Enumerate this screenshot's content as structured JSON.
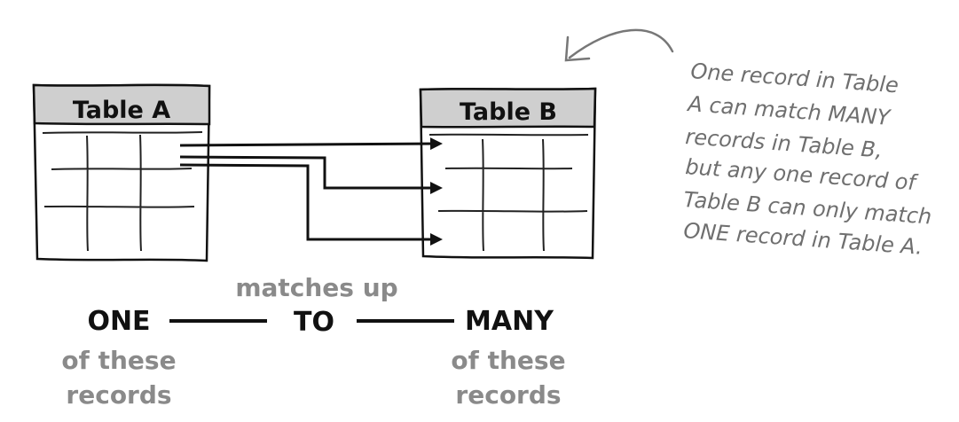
{
  "table_a": {
    "title": "Table A"
  },
  "table_b": {
    "title": "Table B"
  },
  "annotation": {
    "lines": [
      "One record in Table",
      "A can match MANY",
      "records in Table B,",
      "but any one record of",
      "Table B can only match",
      "ONE record in Table A."
    ]
  },
  "relation": {
    "one_label": "ONE",
    "one_caption_1": "of these",
    "one_caption_2": "records",
    "connector_caption": "matches up",
    "to_label": "TO",
    "many_label": "MANY",
    "many_caption_1": "of these",
    "many_caption_2": "records"
  },
  "colors": {
    "ink": "#111111",
    "header_fill": "#cfcfcf",
    "annotation_ink": "#6f6f6f",
    "caption_ink": "#8a8a8a"
  }
}
